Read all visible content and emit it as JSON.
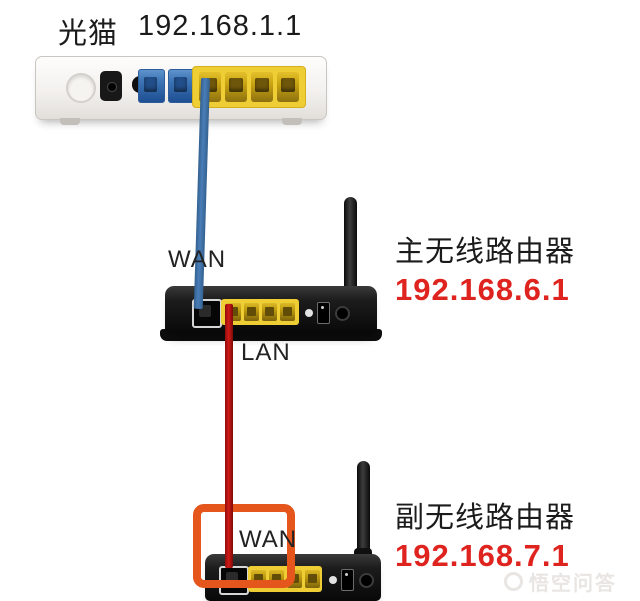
{
  "palette": {
    "text_dark": "#1b1b1b",
    "ip_red": "#df231e",
    "cable_blue": "#4a7db8",
    "cable_red": "#ce1a17",
    "highlight_orange": "#e4561c",
    "port_yellow": "#eecd35",
    "port_blue": "#3c74b4"
  },
  "modem": {
    "label": "光猫",
    "ip": "192.168.1.1"
  },
  "main_router": {
    "name": "主无线路由器",
    "ip": "192.168.6.1",
    "wan_label": "WAN",
    "lan_label": "LAN"
  },
  "secondary_router": {
    "name": "副无线路由器",
    "ip": "192.168.7.1",
    "wan_label": "WAN"
  },
  "watermark": {
    "text": "悟空问答"
  }
}
